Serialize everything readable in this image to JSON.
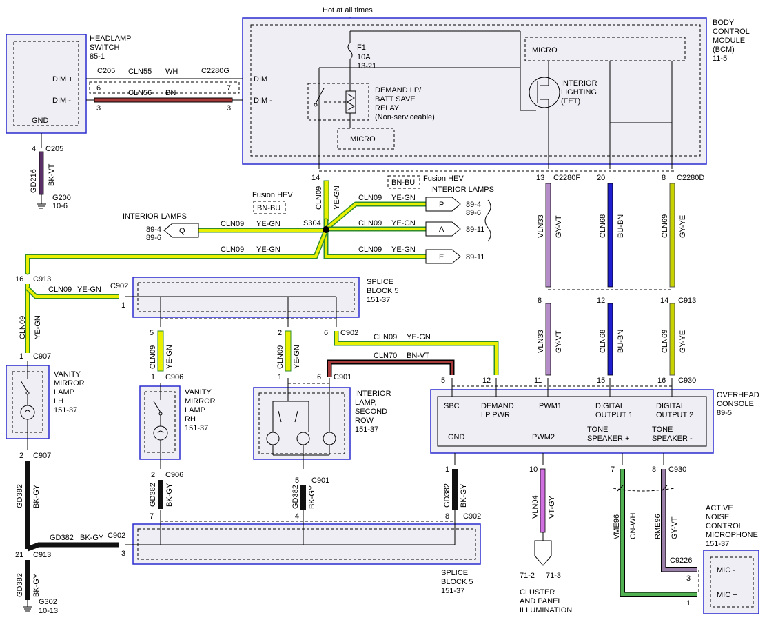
{
  "top_label": "Hot at all times",
  "colors": {
    "box_border": "#2b2bd0",
    "box_fill": "#eeeef4",
    "wire_ye_gn": "#e8f000",
    "wire_gn_stripe": "#2e8b2e",
    "wire_bk": "#111111",
    "wire_bn": "#a63a3a",
    "wire_gy_vt": "#b48cc8",
    "wire_bu_bn": "#1f1fd0",
    "wire_gy_ye": "#c8d200",
    "wire_vt_gy": "#d070e0",
    "wire_gn_wh": "#52b152",
    "wire_gy_vt2": "#9a7fa8"
  },
  "headlamp": {
    "title1": "HEADLAMP",
    "title2": "SWITCH",
    "ref": "85-1",
    "dim_plus": "DIM +",
    "dim_minus": "DIM -",
    "gnd": "GND",
    "conn": "C205",
    "pin1": "6",
    "pin2": "3",
    "gnd_pin": "4",
    "gnd_conn": "C205",
    "gnd_circuit": "GD216",
    "gnd_color": "BK-VT",
    "ground": "G200",
    "ground_ref": "10-6"
  },
  "wires_top": {
    "c1_circuit": "CLN55",
    "c1_color": "WH",
    "c2_circuit": "CLN56",
    "c2_color": "BN",
    "conn": "C2280G",
    "pin1": "7",
    "pin2": "3"
  },
  "bcm": {
    "title1": "BODY",
    "title2": "CONTROL",
    "title3": "MODULE",
    "title4": "(BCM)",
    "ref": "11-5",
    "dim_plus": "DIM +",
    "dim_minus": "DIM -",
    "fuse": "F1",
    "fuse_amp": "10A",
    "fuse_ref": "13-21",
    "relay1": "DEMAND LP/",
    "relay2": "BATT SAVE",
    "relay3": "RELAY",
    "relay4": "(Non-serviceable)",
    "micro": "MICRO",
    "micro2": "MICRO",
    "il1": "INTERIOR",
    "il2": "LIGHTING",
    "il3": "(FET)"
  },
  "bcm_pins": {
    "p14": "14",
    "p13": "13",
    "c13": "C2280F",
    "p20": "20",
    "p8": "8",
    "c8": "C2280D"
  },
  "vert_wires": {
    "cln09": "CLN09",
    "ye_gn": "YE-GN",
    "vln33": "VLN33",
    "gy_vt": "GY-VT",
    "cln68": "CLN68",
    "bu_bn": "BU-BN",
    "cln69": "CLN69",
    "gy_ye": "GY-YE"
  },
  "splice_s304": {
    "name": "S304",
    "fusion1": "Fusion HEV",
    "bnbu1": "BN-BU",
    "fusion2": "Fusion HEV",
    "bnbu2": "BN-BU",
    "int_lamps_left": "INTERIOR LAMPS",
    "q": "Q",
    "q_ref1": "89-4",
    "q_ref2": "89-6",
    "int_lamps_right": "INTERIOR LAMPS",
    "p": "P",
    "p_ref1": "89-4",
    "p_ref2": "89-6",
    "a": "A",
    "a_ref": "89-11",
    "e": "E",
    "e_ref": "89-11",
    "w_circuit": "CLN09",
    "w_color": "YE-GN"
  },
  "c913_mid": {
    "p8": "8",
    "p12": "12",
    "p14": "14",
    "conn": "C913"
  },
  "left_chain": {
    "p16": "16",
    "c913": "C913",
    "cln09": "CLN09",
    "ye_gn": "YE-GN",
    "p1": "1",
    "c907": "C907",
    "vm1": "VANITY",
    "vm2": "MIRROR",
    "vm3": "LAMP",
    "vm4": "LH",
    "vm_ref": "151-37",
    "p2": "2",
    "c907b": "C907",
    "gd382": "GD382",
    "bk_gy": "BK-GY",
    "p21": "21",
    "c913b": "C913",
    "gd382b": "GD382",
    "bk_gy_b": "BK-GY",
    "ground": "G302",
    "ground_ref": "10-13"
  },
  "splice5_top": {
    "t1": "SPLICE",
    "t2": "BLOCK 5",
    "ref": "151-37",
    "c902": "C902",
    "p1": "1",
    "p5": "5",
    "p2": "2",
    "p6": "6",
    "c902b": "C902"
  },
  "vmr": {
    "cln09": "CLN09",
    "ye_gn": "YE-GN",
    "p1": "1",
    "c906": "C906",
    "t1": "VANITY",
    "t2": "MIRROR",
    "t3": "LAMP",
    "t4": "RH",
    "ref": "151-37",
    "p2": "2",
    "c906b": "C906",
    "gd382": "GD382",
    "bk_gy": "BK-GY",
    "p7": "7"
  },
  "ilsr": {
    "cln09": "CLN09",
    "ye_gn": "YE-GN",
    "p1": "1",
    "p6": "6",
    "c901": "C901",
    "t1": "INTERIOR",
    "t2": "LAMP,",
    "t3": "SECOND",
    "t4": "ROW",
    "ref": "151-37",
    "p5": "5",
    "c901b": "C901",
    "gd382": "GD382",
    "bk_gy": "BK-GY",
    "p4": "4"
  },
  "mid_wires": {
    "cln09": "CLN09",
    "ye_gn": "YE-GN",
    "cln70": "CLN70",
    "bn_vt": "BN-VT"
  },
  "overhead": {
    "t1": "OVERHEAD",
    "t2": "CONSOLE",
    "ref": "89-5",
    "p5": "5",
    "p12": "12",
    "p11": "11",
    "p15": "15",
    "p16": "16",
    "c930": "C930",
    "sbc": "SBC",
    "dlp1": "DEMAND",
    "dlp2": "LP PWR",
    "pwm1": "PWM1",
    "do1a": "DIGITAL",
    "do1b": "OUTPUT 1",
    "do2a": "DIGITAL",
    "do2b": "OUTPUT 2",
    "gnd": "GND",
    "pwm2": "PWM2",
    "tsp1": "TONE",
    "tsp2": "SPEAKER +",
    "tsm1": "TONE",
    "tsm2": "SPEAKER -"
  },
  "oc_bottom": {
    "p1": "1",
    "gd382": "GD382",
    "bk_gy": "BK-GY",
    "p8": "8",
    "c902": "C902",
    "p10": "10",
    "vln04": "VLN04",
    "vt_gy": "VT-GY",
    "p7": "7",
    "p8b": "8",
    "c930": "C930",
    "vme96": "VME96",
    "gn_wh": "GN-WH",
    "rme96": "RME96",
    "gy_vt": "GY-VT"
  },
  "splice5_bot": {
    "c902": "C902",
    "p3": "3",
    "gd382": "GD382",
    "bk_gy": "BK-GY",
    "t1": "SPLICE",
    "t2": "BLOCK 5",
    "ref": "151-37"
  },
  "cluster": {
    "ref1": "71-2",
    "ref2": "71-3",
    "t1": "CLUSTER",
    "t2": "AND PANEL",
    "t3": "ILLUMINATION"
  },
  "anc": {
    "t1": "ACTIVE",
    "t2": "NOISE",
    "t3": "CONTROL",
    "t4": "MICROPHONE",
    "ref": "151-37",
    "c9226": "C9226",
    "p3": "3",
    "p1": "1",
    "mic_minus": "MIC -",
    "mic_plus": "MIC +"
  }
}
